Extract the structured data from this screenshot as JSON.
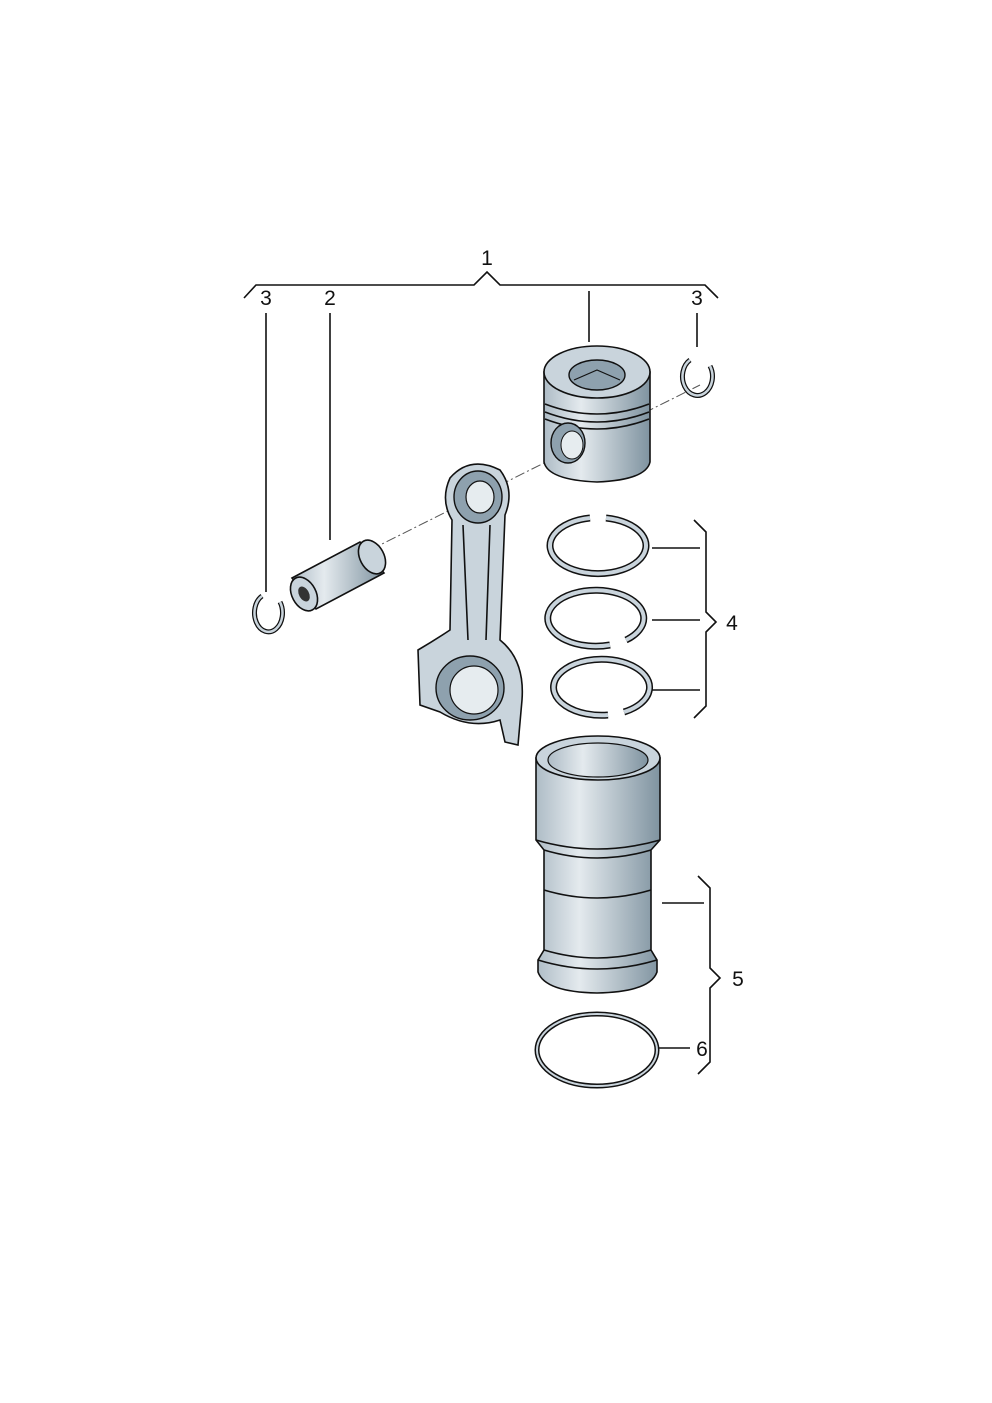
{
  "callouts": {
    "piston_assembly": "1",
    "piston_pin": "2",
    "circlip_left": "3",
    "circlip_right": "3",
    "piston_rings": "4",
    "cylinder_liner": "5",
    "seal_ring": "6"
  },
  "colors": {
    "part_fill": "#c9d4dc",
    "part_shadow": "#8ea1ae",
    "line": "#111111"
  }
}
